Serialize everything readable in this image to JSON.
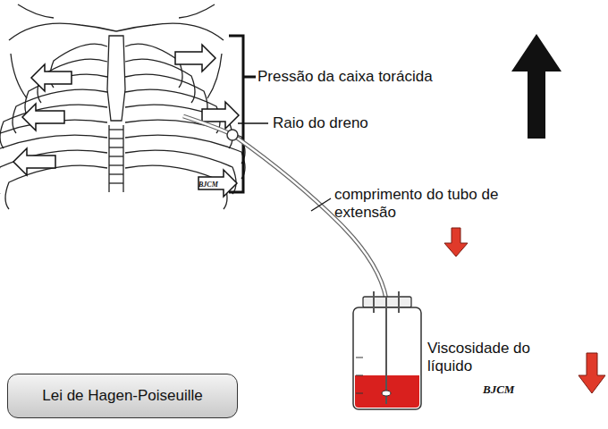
{
  "diagram": {
    "nodes": [
      {
        "text": [
          "Lei de Hagen-Poiseuille"
        ]
      }
    ],
    "labels": [
      "Pressão da caixa torácida",
      "Raio do dreno",
      "comprimento do tubo de extensão",
      "Viscosidade do líquido",
      "BJCM",
      "BJCM"
    ]
  }
}
